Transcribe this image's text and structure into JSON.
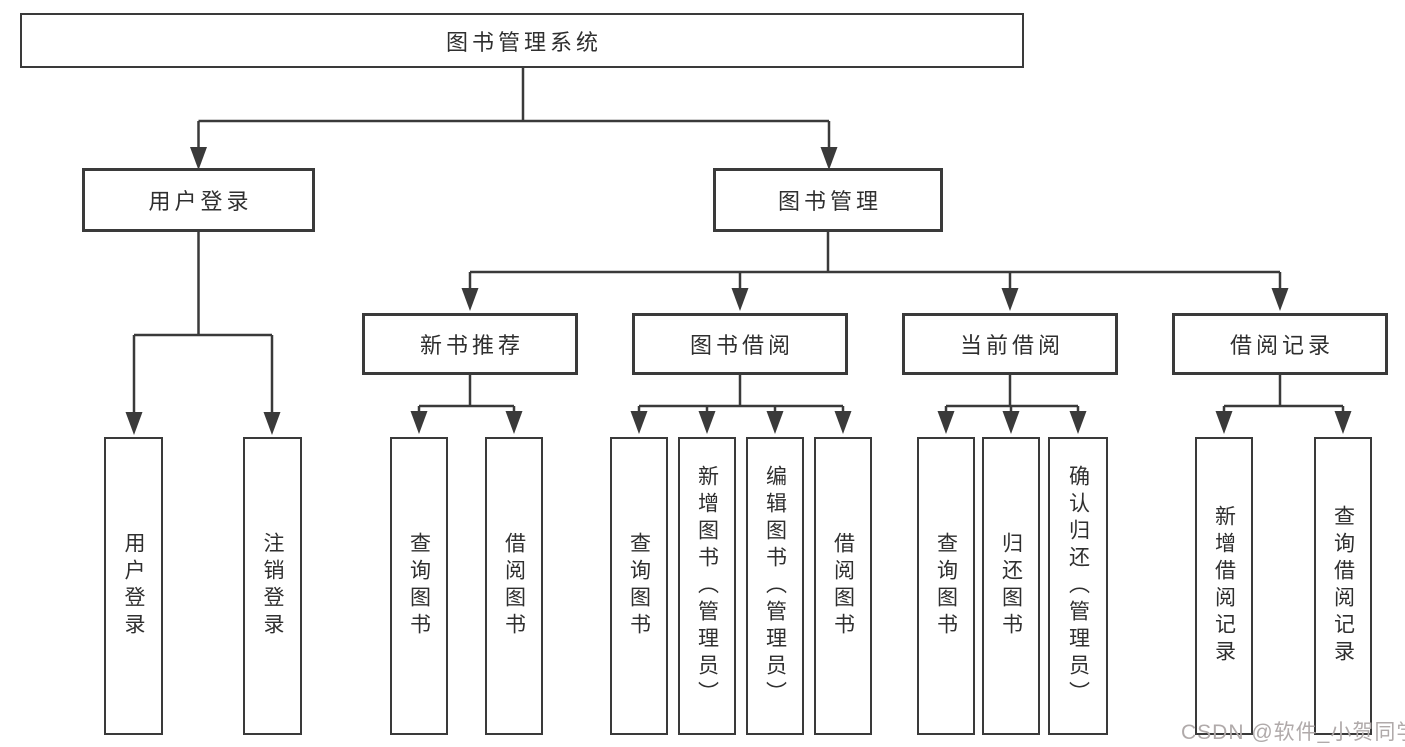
{
  "diagram": {
    "root": {
      "label": "图书管理系统"
    },
    "level2": [
      {
        "label": "用户登录"
      },
      {
        "label": "图书管理"
      }
    ],
    "level3": [
      {
        "label": "新书推荐"
      },
      {
        "label": "图书借阅"
      },
      {
        "label": "当前借阅"
      },
      {
        "label": "借阅记录"
      }
    ],
    "leaves": {
      "user_login": [
        "用户登录",
        "注销登录"
      ],
      "new_book_rec": [
        "查询图书",
        "借阅图书"
      ],
      "book_borrow": [
        "查询图书",
        "新增图书（管理员）",
        "编辑图书（管理员）",
        "借阅图书"
      ],
      "current_borrow": [
        "查询图书",
        "归还图书",
        "确认归还（管理员）"
      ],
      "borrow_records": [
        "新增借阅记录",
        "查询借阅记录"
      ]
    },
    "watermark": "CSDN @软件_小贺同学",
    "colors": {
      "line": "#3a3a3a",
      "box_border": "#3a3a3a",
      "box_fill": "#ffffff",
      "text": "#2f2f2f",
      "watermark": "#b0aaaa",
      "background": "#ffffff"
    }
  }
}
